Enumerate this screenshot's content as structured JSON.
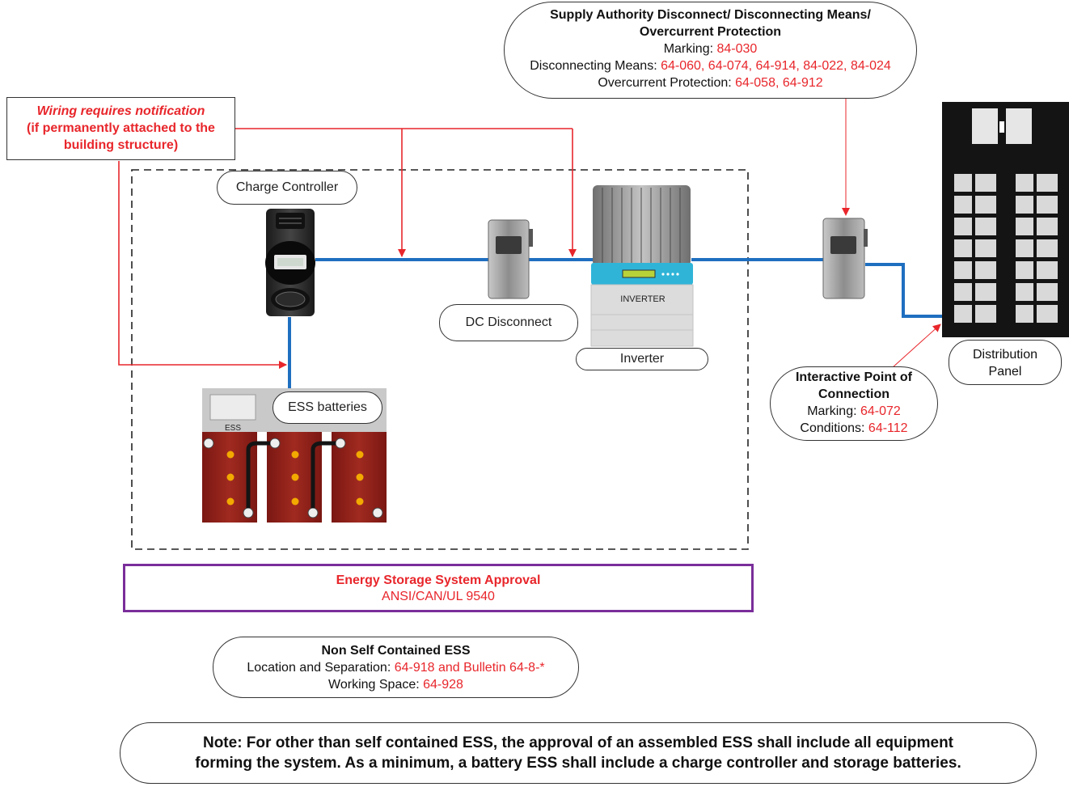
{
  "supply_authority": {
    "title_line1": "Supply Authority Disconnect/ Disconnecting Means/",
    "title_line2": "Overcurrent Protection",
    "marking_label": "Marking: ",
    "marking_ref": "84-030",
    "disconnect_label": "Disconnecting Means: ",
    "disconnect_ref": "64-060, 64-074, 64-914, 84-022, 84-024",
    "overcurrent_label": "Overcurrent Protection: ",
    "overcurrent_ref": "64-058, 64-912"
  },
  "wiring_note": {
    "line1": "Wiring requires notification",
    "line2": "(if permanently attached to the",
    "line3": "building structure)"
  },
  "components": {
    "charge_controller": "Charge Controller",
    "dc_disconnect": "DC Disconnect",
    "inverter": "Inverter",
    "inverter_face_text": "INVERTER",
    "ess_batteries": "ESS batteries",
    "ess_face_text": "ESS",
    "distribution_panel_line1": "Distribution",
    "distribution_panel_line2": "Panel"
  },
  "interactive_point": {
    "title_line1": "Interactive Point of",
    "title_line2": "Connection",
    "marking_label": "Marking: ",
    "marking_ref": "64-072",
    "conditions_label": "Conditions: ",
    "conditions_ref": "64-112"
  },
  "approval": {
    "title": "Energy Storage System Approval",
    "standard": "ANSI/CAN/UL 9540"
  },
  "non_self_contained": {
    "title": "Non Self Contained ESS",
    "location_label": "Location and Separation: ",
    "location_ref": "64-918 and Bulletin 64-8-*",
    "working_label": "Working Space: ",
    "working_ref": "64-928"
  },
  "note": {
    "line1": "Note: For other than self contained ESS, the approval of an assembled ESS shall include all equipment",
    "line2": "forming the system. As a minimum, a battery ESS shall include a charge controller and storage batteries."
  },
  "colors": {
    "reference_red": "#e8262b",
    "wire_blue": "#1f6fc0",
    "approval_purple": "#7a2e9a",
    "battery_red": "#8f1d17"
  }
}
